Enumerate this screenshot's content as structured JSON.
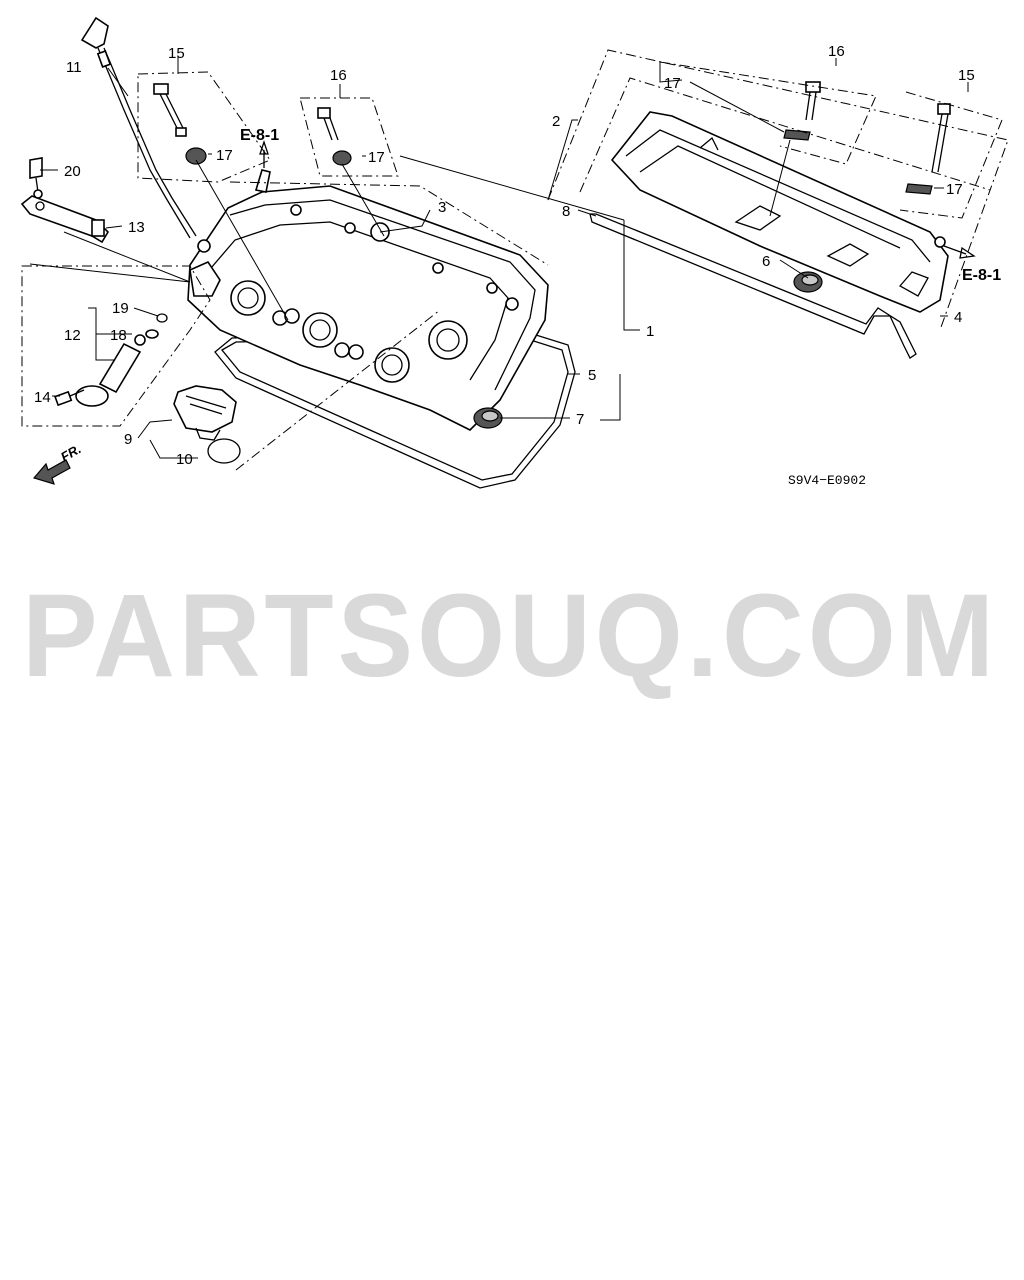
{
  "callouts": {
    "c1": "1",
    "c2": "2",
    "c3": "3",
    "c4": "4",
    "c5": "5",
    "c6": "6",
    "c7": "7",
    "c8": "8",
    "c9": "9",
    "c10": "10",
    "c11": "11",
    "c12": "12",
    "c13": "13",
    "c14": "14",
    "c15a": "15",
    "c15b": "15",
    "c16a": "16",
    "c16b": "16",
    "c17a": "17",
    "c17b": "17",
    "c17c": "17",
    "c17d": "17",
    "c18": "18",
    "c19": "19",
    "c20": "20"
  },
  "refs": {
    "left": "E-8-1",
    "right": "E-8-1"
  },
  "direction_label": "FR.",
  "diagram_code": "S9V4−E0902",
  "watermark": "PARTSOUQ.COM"
}
